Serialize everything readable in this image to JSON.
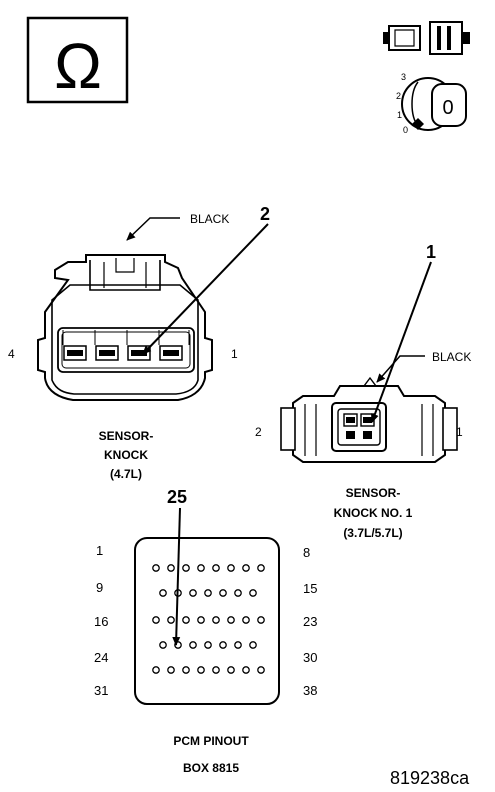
{
  "ohm_symbol": "Ω",
  "ignition_key": {
    "positions": [
      "3",
      "2",
      "1",
      "0"
    ],
    "key_label": "0"
  },
  "callouts": {
    "callout_2": "2",
    "callout_1": "1",
    "callout_25": "25",
    "wire_color_left": "BLACK",
    "wire_color_right": "BLACK"
  },
  "knock_sensor_left": {
    "name_line1": "SENSOR-",
    "name_line2": "KNOCK",
    "name_line3": "(4.7L)",
    "pin_left": "4",
    "pin_right": "1"
  },
  "knock_sensor_right": {
    "name_line1": "SENSOR-",
    "name_line2": "KNOCK NO. 1",
    "name_line3": "(3.7L/5.7L)",
    "pin_left": "2",
    "pin_right": "1"
  },
  "pcm": {
    "row_labels_left": [
      "1",
      "9",
      "16",
      "24",
      "31"
    ],
    "row_labels_right": [
      "8",
      "15",
      "23",
      "30",
      "38"
    ],
    "title_line1": "PCM PINOUT",
    "title_line2": "BOX 8815"
  },
  "figure_id": "819238ca"
}
